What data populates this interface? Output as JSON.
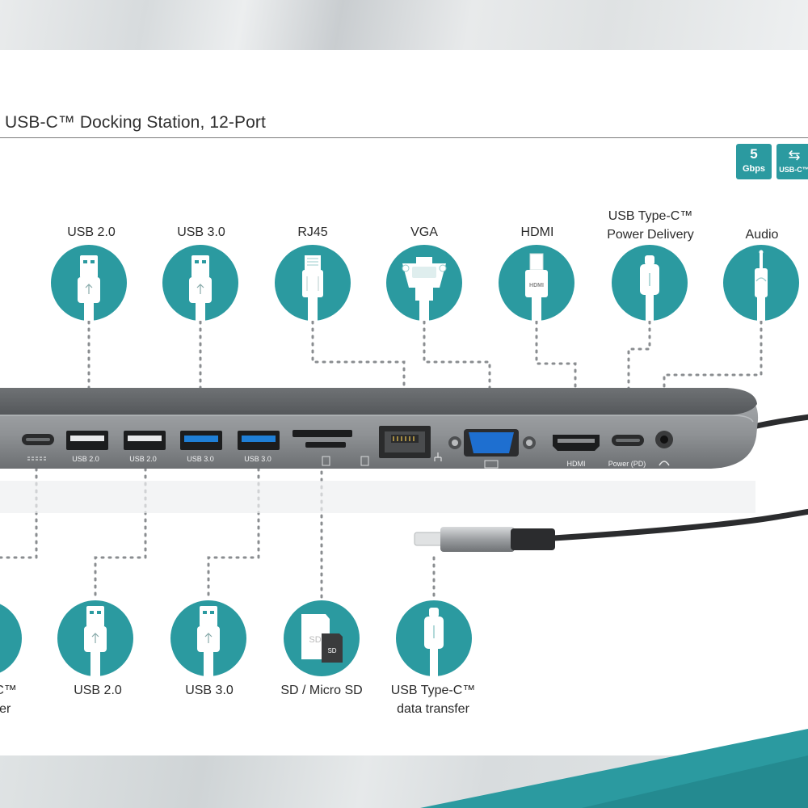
{
  "title": "USB-C™ Docking Station, 12-Port",
  "badges": {
    "speed_value": "5",
    "speed_unit": "Gbps",
    "usbc_symbol": "⇆",
    "usbc_label": "USB-C™"
  },
  "top_ports": [
    {
      "name": "usb20",
      "label_lines": [
        "USB 2.0"
      ]
    },
    {
      "name": "usb30",
      "label_lines": [
        "USB 3.0"
      ]
    },
    {
      "name": "rj45",
      "label_lines": [
        "RJ45"
      ]
    },
    {
      "name": "vga",
      "label_lines": [
        "VGA"
      ]
    },
    {
      "name": "hdmi",
      "label_lines": [
        "HDMI"
      ]
    },
    {
      "name": "usbc-pd",
      "label_lines": [
        "USB Type-C™",
        "Power Delivery"
      ]
    },
    {
      "name": "audio",
      "label_lines": [
        "Audio"
      ]
    }
  ],
  "bottom_ports": [
    {
      "name": "usbc-left",
      "label_lines": [
        "e-C™",
        "sfer"
      ]
    },
    {
      "name": "usb20",
      "label_lines": [
        "USB 2.0"
      ]
    },
    {
      "name": "usb30",
      "label_lines": [
        "USB 3.0"
      ]
    },
    {
      "name": "sd",
      "label_lines": [
        "SD / Micro SD"
      ]
    },
    {
      "name": "usbc-data",
      "label_lines": [
        "USB Type-C™",
        "data transfer"
      ]
    }
  ],
  "device_labels": {
    "usb20_a": "USB 2.0",
    "usb20_b": "USB 2.0",
    "usb30_a": "USB 3.0",
    "usb30_b": "USB 3.0",
    "hdmi": "HDMI",
    "power": "Power (PD)",
    "hdmi_icon": "HDMI",
    "sd_icon": "SD",
    "sd_icon_small": "SD"
  },
  "colors": {
    "teal": "#2b9aa0",
    "device": "#8e9194",
    "usb3_blue": "#1f7fd6"
  }
}
